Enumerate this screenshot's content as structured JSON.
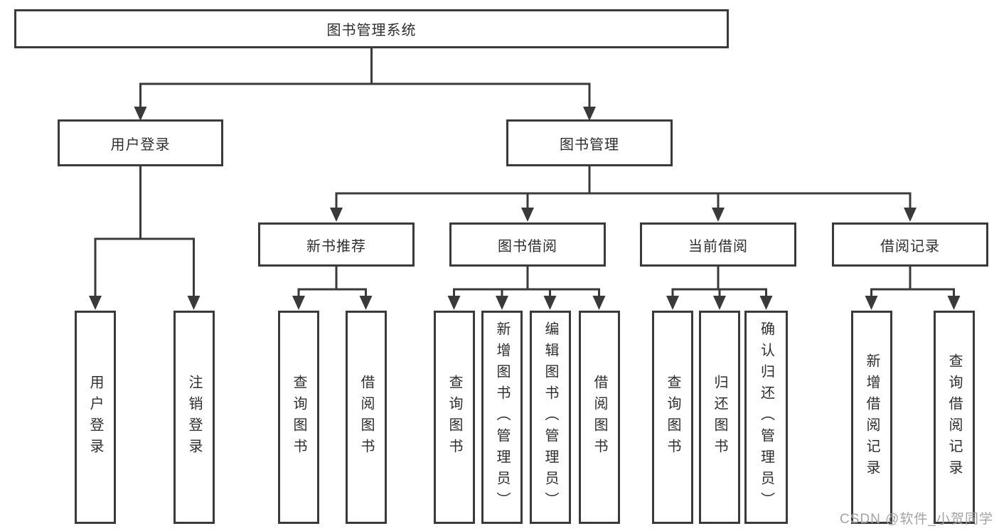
{
  "diagram": {
    "title": "图书管理系统",
    "level2": [
      {
        "label": "用户登录",
        "children": [
          "用户登录",
          "注销登录"
        ]
      },
      {
        "label": "图书管理"
      }
    ],
    "level3": [
      {
        "label": "新书推荐",
        "children": [
          "查询图书",
          "借阅图书"
        ]
      },
      {
        "label": "图书借阅",
        "children": [
          "查询图书",
          "新增图书（管理员）",
          "编辑图书（管理员）",
          "借阅图书"
        ]
      },
      {
        "label": "当前借阅",
        "children": [
          "查询图书",
          "归还图书",
          "确认归还（管理员）"
        ]
      },
      {
        "label": "借阅记录",
        "children": [
          "新增借阅记录",
          "查询借阅记录"
        ]
      }
    ]
  },
  "watermark": "CSDN @软件_小贺同学",
  "colors": {
    "line": "#3a3a3a",
    "text": "#2e2e2e",
    "watermark": "#a3a3a3",
    "background": "#ffffff"
  }
}
